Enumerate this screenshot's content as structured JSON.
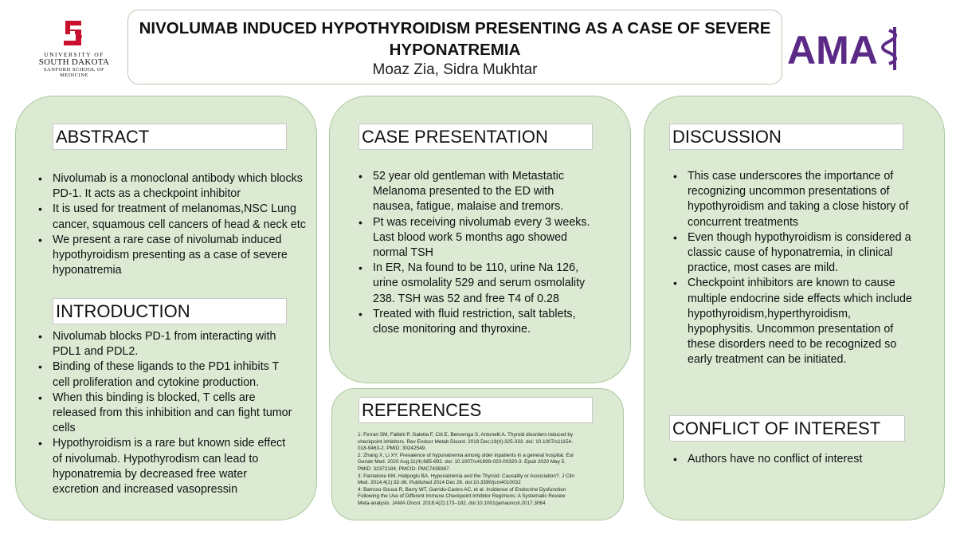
{
  "header": {
    "title": "NIVOLUMAB INDUCED HYPOTHYROIDISM PRESENTING AS A CASE OF SEVERE HYPONATREMIA",
    "authors": "Moaz Zia, Sidra Mukhtar"
  },
  "logos": {
    "left": {
      "line1": "UNIVERSITY OF",
      "line2": "SOUTH DAKOTA",
      "line3": "SANFORD SCHOOL OF MEDICINE",
      "color": "#c8102e"
    },
    "right": {
      "text": "AMA",
      "color": "#5b2a86"
    }
  },
  "abstract": {
    "heading": "ABSTRACT",
    "items": [
      "Nivolumab is a monoclonal antibody which blocks PD-1. It acts as a checkpoint inhibitor",
      "It is used for treatment of melanomas,NSC Lung cancer, squamous cell cancers of head & neck etc",
      "We present a rare case of nivolumab induced hypothyroidism presenting as a case of severe hyponatremia"
    ]
  },
  "introduction": {
    "heading": "INTRODUCTION",
    "items": [
      "Nivolumab blocks PD-1 from interacting with PDL1 and PDL2.",
      "Binding of these ligands to the PD1 inhibits T cell proliferation and cytokine production.",
      " When this binding is blocked, T cells are released from this inhibition and can fight tumor cells",
      "Hypothyroidism is a rare but known side effect of nivolumab. Hypothyrodism can lead to hyponatremia by decreased free water excretion and increased vasopressin"
    ]
  },
  "case": {
    "heading": "CASE PRESENTATION",
    "items": [
      "52 year old gentleman with Metastatic Melanoma presented to the ED with nausea, fatigue, malaise and tremors.",
      "Pt was receiving nivolumab every 3 weeks. Last blood work 5 months ago showed normal TSH",
      "In ER, Na found to be 110, urine Na 126, urine osmolality 529 and serum osmolality 238. TSH was 52 and free T4 of 0.28",
      "Treated with fluid restriction, salt tablets, close monitoring and thyroxine."
    ]
  },
  "references": {
    "heading": "REFERENCES",
    "items": [
      "1: Ferrari SM, Fallahi P, Galetta F, Citi E, Benvenga S, Antonelli A. Thyroid disorders induced by checkpoint inhibitors. Rev Endocr Metab Disord. 2018 Dec;19(4):325-333. doi: 10.1007/s11154-018-9463-2. PMID: 30242549.",
      "2: Zhang X, Li XY. Prevalence of hyponatremia among older inpatients in a general hospital. Eur Geriatr Med. 2020 Aug;11(4):685-692. doi: 10.1007/s41999-020-00320-3. Epub 2020 May 5. PMID: 32372184; PMCID: PMC7438367.",
      "3: Pantalone KM, Hatipoglu BA. Hyponatremia and the Thyroid: Causality or Association?. J Clin Med. 2014;4(1):32-36. Published 2014 Dec 26. doi:10.3390/jcm4010032",
      "4: Barroso-Sousa R, Barry WT, Garrido-Castro AC, et al. Incidence of Endocrine Dysfunction Following the Use of Different Immune Checkpoint Inhibitor Regimens: A Systematic Review Meta-analysis. JAMA Oncol. 2018;4(2):173–182. doi:10.1001/jamaoncol.2017.3064"
    ]
  },
  "discussion": {
    "heading": "DISCUSSION",
    "items": [
      "This case underscores the importance of recognizing uncommon presentations of hypothyroidism and taking a close history of concurrent treatments",
      "Even though hypothyroidism is considered a classic cause of hyponatremia, in clinical practice, most cases are mild.",
      "Checkpoint inhibitors are known to cause multiple endocrine side effects which include hypothyroidism,hyperthyroidism, hypophysitis. Uncommon presentation of these disorders need to be recognized so early treatment can be initiated."
    ]
  },
  "conflict": {
    "heading": "CONFLICT OF INTEREST",
    "items": [
      "Authors have no conflict of interest"
    ]
  },
  "colors": {
    "panel_fill": "#dcead3",
    "panel_border": "#a9c89c"
  }
}
